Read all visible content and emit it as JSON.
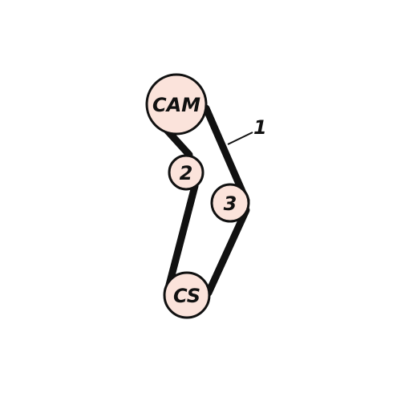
{
  "colors": {
    "pulley_fill": "#fbe3db",
    "outline": "#111111",
    "background": "#ffffff"
  },
  "pulleys": {
    "cam": {
      "label": "CAM"
    },
    "idler_2": {
      "label": "2"
    },
    "idler_3": {
      "label": "3"
    },
    "crankshaft": {
      "label": "CS"
    }
  },
  "callouts": {
    "belt": {
      "label": "1"
    }
  }
}
